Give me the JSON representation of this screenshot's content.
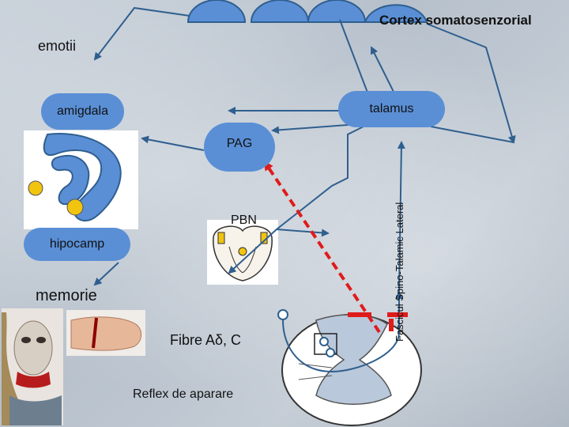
{
  "labels": {
    "cortex": "Cortex somatosenzorial",
    "emotii": "emotii",
    "amigdala": "amigdala",
    "talamus": "talamus",
    "pag": "PAG",
    "pbn": "PBN",
    "hipocamp": "hipocamp",
    "memorie": "memorie",
    "fasciculus": "Fascicul Spino-Talamic Lateral",
    "fibre": "Fibre Aδ, C",
    "reflex": "Reflex de aparare"
  },
  "colors": {
    "node_blue": "#5a8fd6",
    "arrow_blue": "#2f5f8f",
    "pain_red": "#e01b1b"
  }
}
